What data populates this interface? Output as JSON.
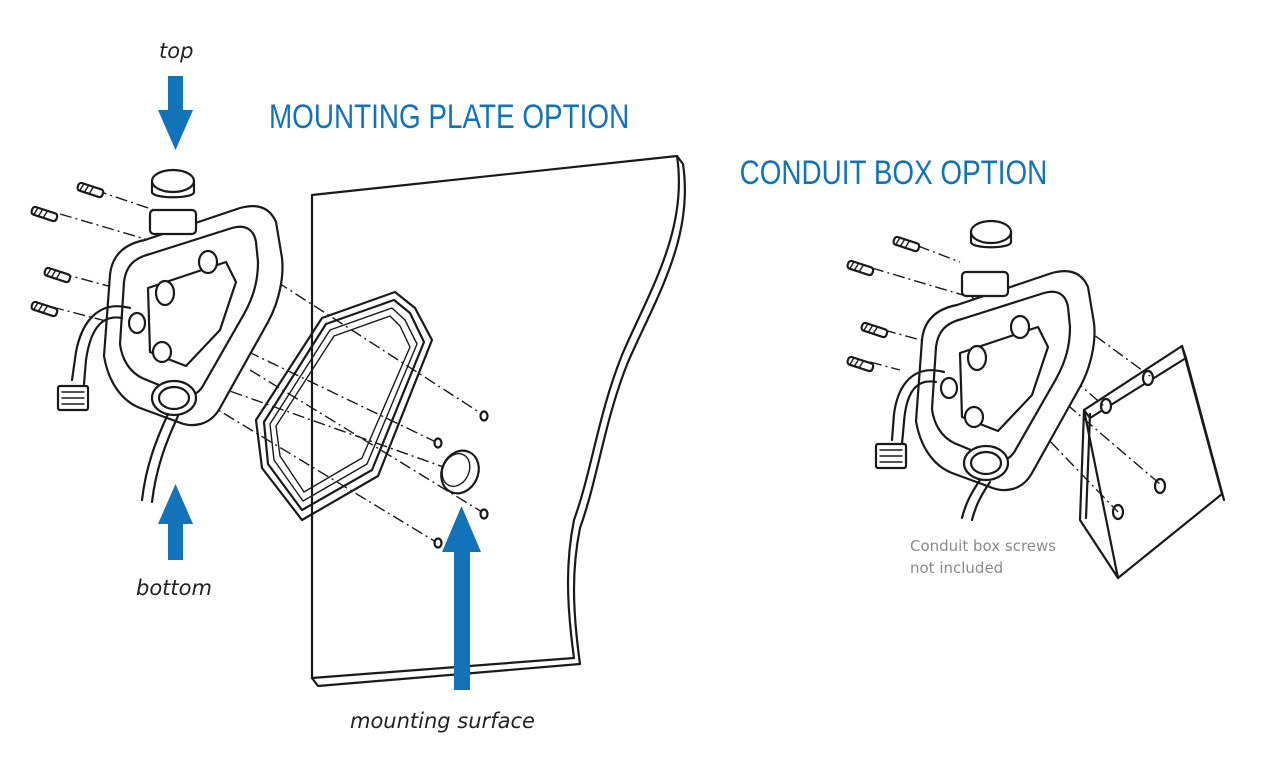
{
  "titles": {
    "mounting_plate_option": "MOUNTING PLATE OPTION",
    "conduit_box_option": "CONDUIT BOX OPTION"
  },
  "labels": {
    "top": "top",
    "bottom": "bottom",
    "mounting_surface": "mounting surface"
  },
  "notes": {
    "conduit_screws_line1": "Conduit box screws",
    "conduit_screws_line2": "not included"
  },
  "colors": {
    "accent_blue": "#1273b8",
    "line_black": "#1a1a1a",
    "note_gray": "#8a8a8a"
  }
}
